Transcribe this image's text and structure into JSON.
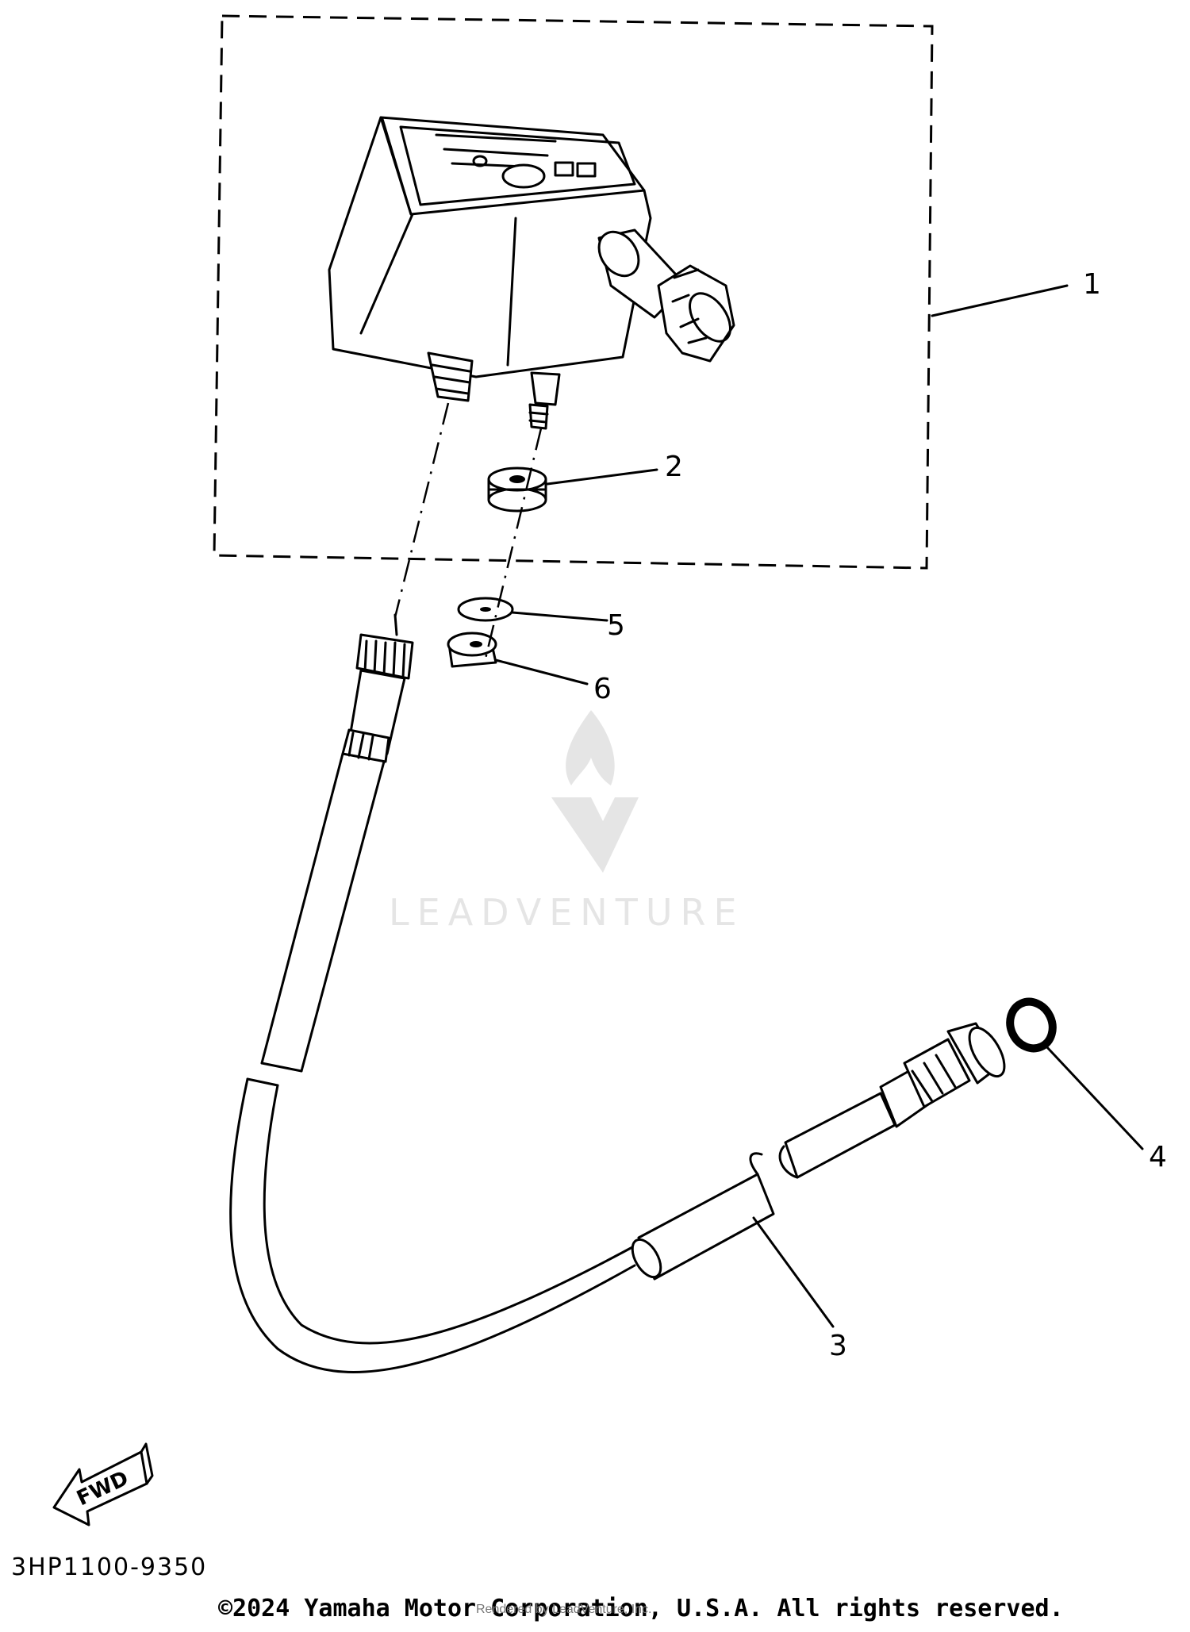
{
  "diagram": {
    "callouts": [
      {
        "label": "1"
      },
      {
        "label": "2"
      },
      {
        "label": "3"
      },
      {
        "label": "4"
      },
      {
        "label": "5"
      },
      {
        "label": "6"
      }
    ],
    "fwd_label": "FWD",
    "watermark_text": "LEADVENTURE",
    "diagram_code": "3HP1100-9350",
    "copyright": "©2024 Yamaha Motor Corporation, U.S.A. All rights reserved.",
    "rendered_by": "Rendered by LeadVenture, Inc."
  }
}
